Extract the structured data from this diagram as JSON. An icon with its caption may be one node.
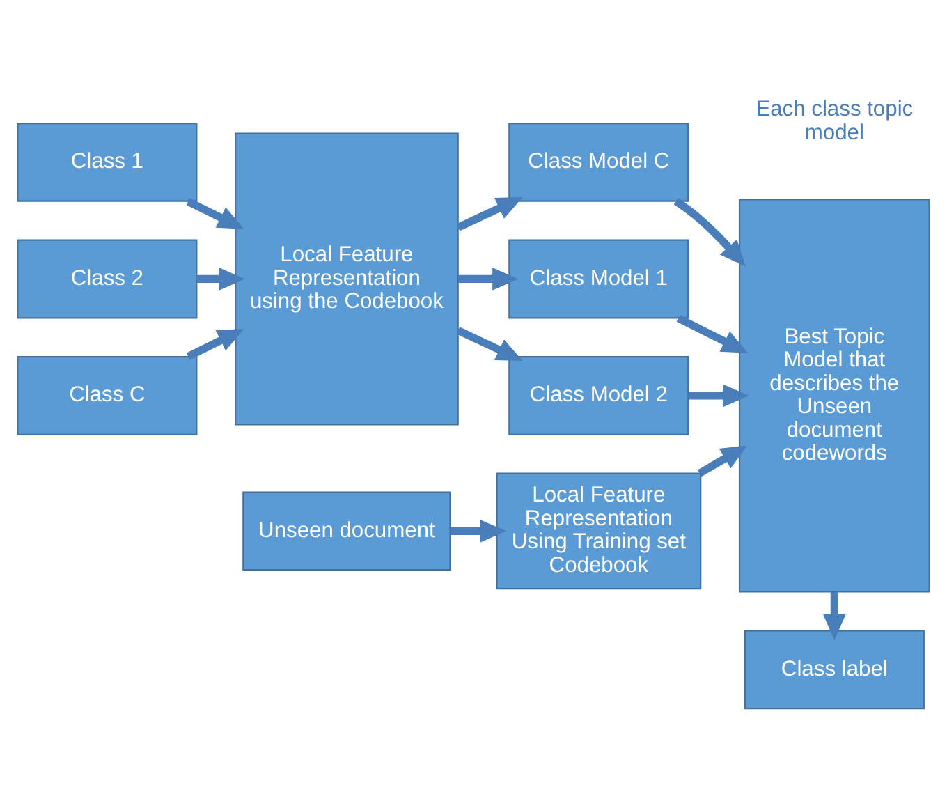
{
  "diagram": {
    "nodes": [
      {
        "text": [
          "Class 1"
        ]
      },
      {
        "text": [
          "Class 2"
        ]
      },
      {
        "text": [
          "Class C"
        ]
      },
      {
        "text": [
          "Unseen document"
        ]
      },
      {
        "text": [
          "Local Feature Representation using the Codebook"
        ]
      },
      {
        "text": [
          "Local Feature Representation Using Training set Codebook"
        ]
      },
      {
        "text": [
          "Class Model 1"
        ]
      },
      {
        "text": [
          "Class Model 2"
        ]
      },
      {
        "text": [
          "Class Model C"
        ]
      },
      {
        "text": [
          "Best Topic Model that describes the Unseen document codewords"
        ]
      },
      {
        "text": [
          "Class label"
        ]
      }
    ],
    "edges": [
      {
        "from": 0,
        "to": 4,
        "arrow": "to"
      },
      {
        "from": 1,
        "to": 4,
        "arrow": "to"
      },
      {
        "from": 2,
        "to": 4,
        "arrow": "to"
      },
      {
        "from": 3,
        "to": 5,
        "arrow": "to"
      },
      {
        "from": 4,
        "to": 6,
        "arrow": "to"
      },
      {
        "from": 4,
        "to": 7,
        "arrow": "to"
      },
      {
        "from": 4,
        "to": 8,
        "arrow": "to"
      },
      {
        "from": 6,
        "to": 9,
        "arrow": "to"
      },
      {
        "from": 7,
        "to": 9,
        "arrow": "to"
      },
      {
        "from": 8,
        "to": 9,
        "arrow": "to"
      },
      {
        "from": 5,
        "to": 9,
        "arrow": "to"
      },
      {
        "from": 9,
        "to": 10,
        "arrow": "to"
      }
    ],
    "labels": [
      "Each class topic model"
    ]
  }
}
